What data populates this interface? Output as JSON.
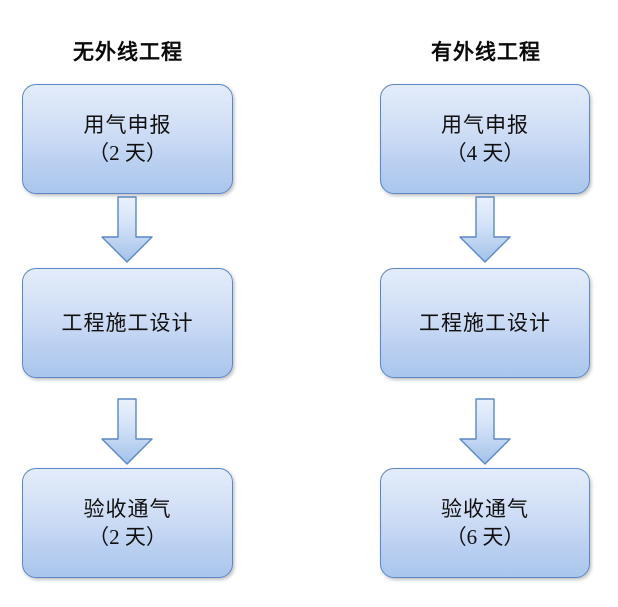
{
  "diagram": {
    "type": "flowchart",
    "orientation": "vertical",
    "columns": [
      {
        "id": "without-external-line",
        "title": "无外线工程",
        "steps": [
          {
            "name": "用气申报",
            "duration": "（2 天）"
          },
          {
            "name": "工程施工设计",
            "duration": ""
          },
          {
            "name": "验收通气",
            "duration": "（2 天）"
          }
        ],
        "connectors": [
          "down-arrow",
          "down-arrow"
        ]
      },
      {
        "id": "with-external-line",
        "title": "有外线工程",
        "steps": [
          {
            "name": "用气申报",
            "duration": "（4 天）"
          },
          {
            "name": "工程施工设计",
            "duration": ""
          },
          {
            "name": "验收通气",
            "duration": "（6 天）"
          }
        ],
        "connectors": [
          "down-arrow",
          "down-arrow"
        ]
      }
    ]
  },
  "colors": {
    "box_fill_top": "#e3ecfa",
    "box_fill_bottom": "#aac6ec",
    "box_border": "#5b87c6",
    "arrow_fill_top": "#e5eefb",
    "arrow_fill_bottom": "#a5c4ea",
    "arrow_border": "#5b87c6",
    "text": "#101010",
    "background": "#ffffff"
  }
}
